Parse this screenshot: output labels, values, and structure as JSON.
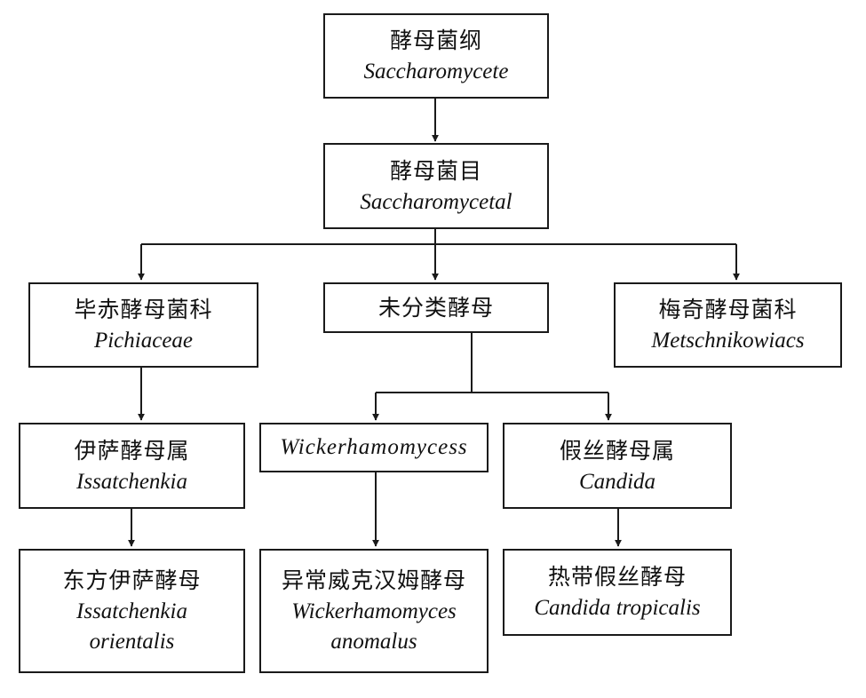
{
  "nodes": {
    "class": {
      "cn": "酵母菌纲",
      "la": "Saccharomycete"
    },
    "order": {
      "cn": "酵母菌目",
      "la": "Saccharomycetal"
    },
    "pichiaceae": {
      "cn": "毕赤酵母菌科",
      "la": "Pichiaceae"
    },
    "unclassified": {
      "cn": "未分类酵母"
    },
    "metschnikow": {
      "cn": "梅奇酵母菌科",
      "la": "Metschnikowiacs"
    },
    "issatchenkia": {
      "cn": "伊萨酵母属",
      "la": "Issatchenkia"
    },
    "wickerhamomycess": {
      "la": "Wickerhamomycess"
    },
    "candida": {
      "cn": "假丝酵母属",
      "la": "Candida"
    },
    "i_orientalis": {
      "cn": "东方伊萨酵母",
      "la_1": "Issatchenkia",
      "la_2": "orientalis"
    },
    "w_anomalus": {
      "cn": "异常威克汉姆酵母",
      "la_1": "Wickerhamomyces",
      "la_2": "anomalus"
    },
    "c_tropicalis": {
      "cn": "热带假丝酵母",
      "la": "Candida tropicalis"
    }
  }
}
